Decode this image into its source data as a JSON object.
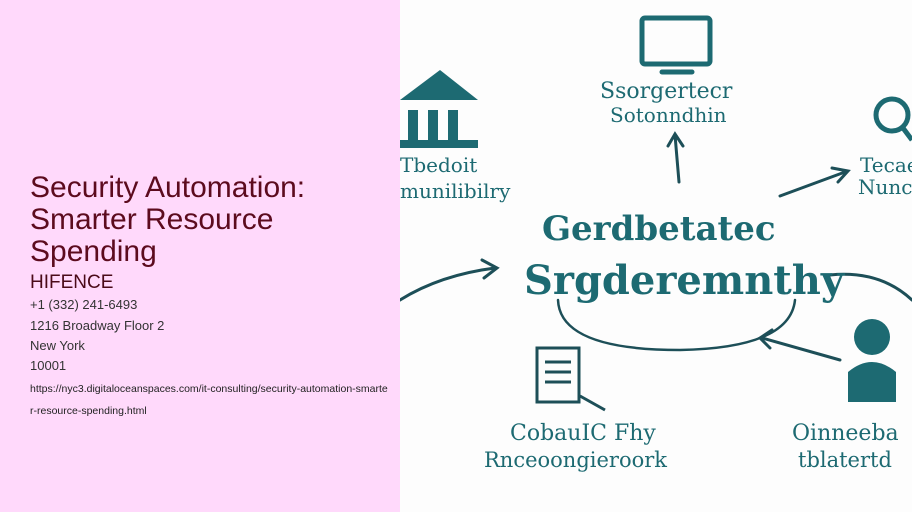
{
  "page": {
    "title": "Security Automation: Smarter Resource Spending",
    "company": "HIFENCE",
    "phone": "+1 (332) 241-6493",
    "address": "1216 Broadway Floor 2",
    "city": "New York",
    "zip": "10001",
    "url": "https://nyc3.digitaloceanspaces.com/it-consulting/security-automation-smarter-resource-spending.html"
  },
  "image": {
    "accent_color": "#1d6a72",
    "labels": {
      "top1": "Ssorgertecr",
      "top2": "Sotonndhin",
      "left1": "Tbedoit",
      "left2": "munilibilry",
      "center1": "Gerdbetatec",
      "center2": "Srgderemnthy",
      "right1": "Tecae",
      "right2": "Nunc",
      "bottom_left1": "CobauIC Fhy",
      "bottom_left2": "Rnceoongieroork",
      "bottom_right1": "Oinneeba",
      "bottom_right2": "tblatertd"
    }
  }
}
